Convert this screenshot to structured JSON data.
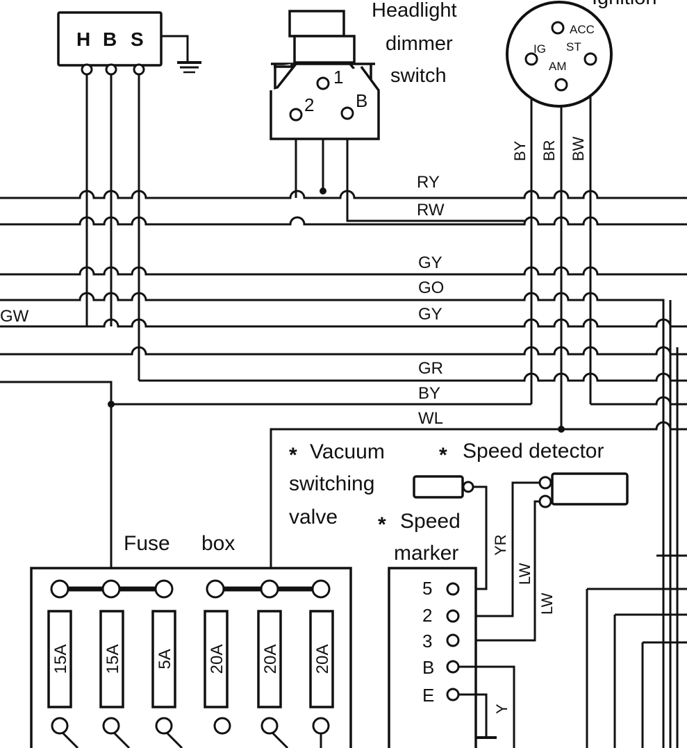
{
  "top_partial_label": "Ignition",
  "horn_relay": {
    "terminals": [
      "H",
      "B",
      "S"
    ]
  },
  "dimmer_switch": {
    "title_lines": [
      "Headlight",
      "dimmer",
      "switch"
    ],
    "terminals": [
      "1",
      "2",
      "B"
    ]
  },
  "ignition_switch": {
    "positions": [
      "ACC",
      "IG",
      "ST",
      "AM"
    ],
    "wire_codes": [
      "BY",
      "BR",
      "BW"
    ]
  },
  "bus_wire_labels": [
    "RY",
    "RW",
    "GY",
    "GO",
    "GY",
    "GR",
    "BY",
    "WL"
  ],
  "left_edge_label": "GW",
  "vacuum_valve": {
    "title": "Vacuum",
    "sub_lines": [
      "switching",
      "valve"
    ],
    "marker": "*"
  },
  "speed_detector": {
    "title": "Speed detector",
    "marker": "*"
  },
  "speed_marker": {
    "title_lines": [
      "Speed",
      "marker"
    ],
    "marker": "*",
    "terminals": [
      "5",
      "2",
      "3",
      "B",
      "E"
    ],
    "wire_codes": [
      "YR",
      "LW",
      "LW",
      "Y"
    ]
  },
  "fuse_box": {
    "title": "Fuse box",
    "fuses": [
      "15A",
      "15A",
      "5A",
      "20A",
      "20A",
      "20A"
    ]
  }
}
